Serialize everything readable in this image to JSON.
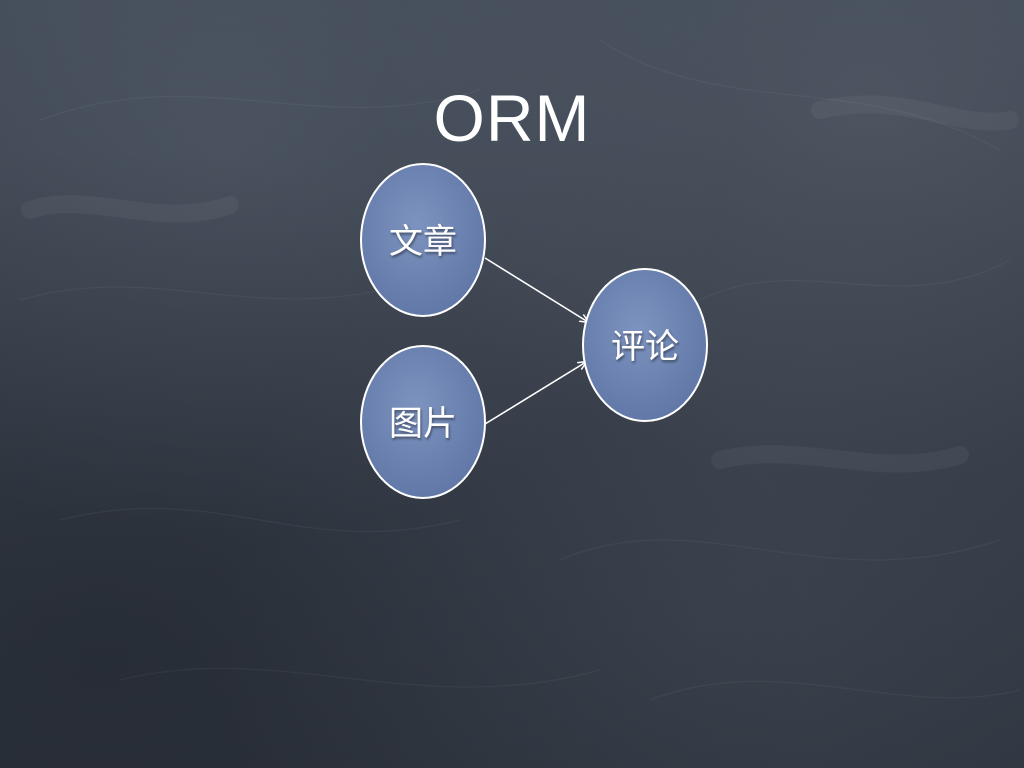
{
  "slide": {
    "title": "ORM"
  },
  "diagram": {
    "nodes": [
      {
        "id": "article",
        "label": "文章"
      },
      {
        "id": "picture",
        "label": "图片"
      },
      {
        "id": "comment",
        "label": "评论"
      }
    ],
    "edges": [
      {
        "from": "article",
        "to": "comment"
      },
      {
        "from": "picture",
        "to": "comment"
      }
    ]
  },
  "colors": {
    "background": "#3b4350",
    "node_fill": "#6f86b4",
    "node_stroke": "#ffffff",
    "text": "#ffffff"
  }
}
